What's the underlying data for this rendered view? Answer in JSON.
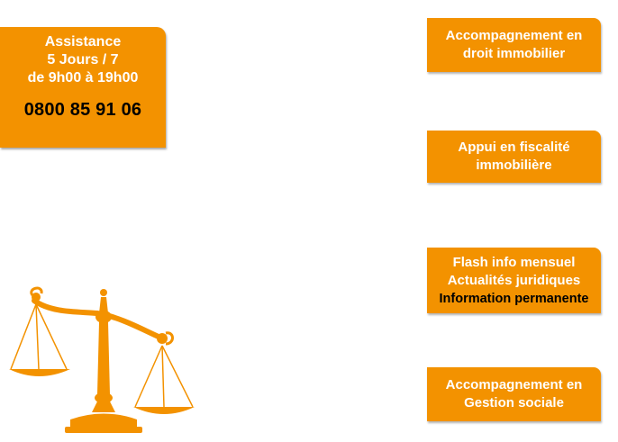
{
  "assistance": {
    "line1": "Assistance",
    "line2": "5 Jours / 7",
    "line3": "de 9h00 à 19h00",
    "phone": "0800 85 91 06"
  },
  "services": [
    {
      "line1": "Accompagnement en",
      "line2": "droit immobilier"
    },
    {
      "line1": "Appui en fiscalité",
      "line2": "immobilière"
    },
    {
      "line1": "Flash info mensuel",
      "line2": "Actualités juridiques",
      "line3": "Information permanente"
    },
    {
      "line1": "Accompagnement en",
      "line2": "Gestion sociale"
    }
  ],
  "colors": {
    "accent": "#F39200",
    "text_light": "#FFFFFF",
    "text_dark": "#000000"
  },
  "icons": {
    "scale": "scales-of-justice-icon"
  }
}
